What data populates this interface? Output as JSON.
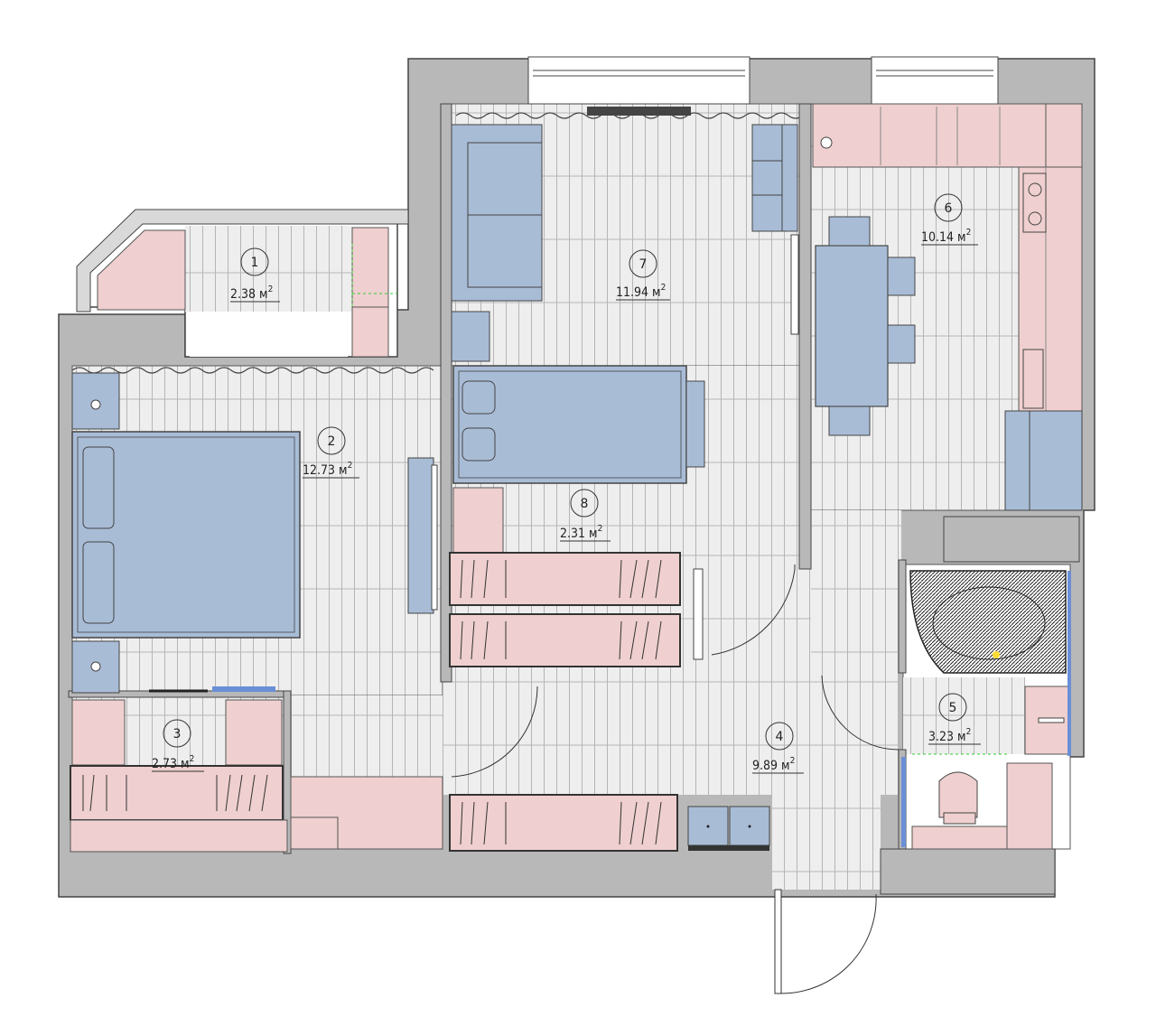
{
  "unit": "м",
  "unit_sup": "2",
  "colors": {
    "wall": "#b8b8b8",
    "floor": "#eeeeee",
    "floorLine": "#b5b5b5",
    "cabinet": "#efcfcf",
    "furniture": "#a9bcd6",
    "outline": "#333333"
  },
  "rooms": [
    {
      "id": "1",
      "area": "2.38"
    },
    {
      "id": "2",
      "area": "12.73"
    },
    {
      "id": "3",
      "area": "2.73"
    },
    {
      "id": "4",
      "area": "9.89"
    },
    {
      "id": "5",
      "area": "3.23"
    },
    {
      "id": "6",
      "area": "10.14"
    },
    {
      "id": "7",
      "area": "11.94"
    },
    {
      "id": "8",
      "area": "2.31"
    }
  ]
}
